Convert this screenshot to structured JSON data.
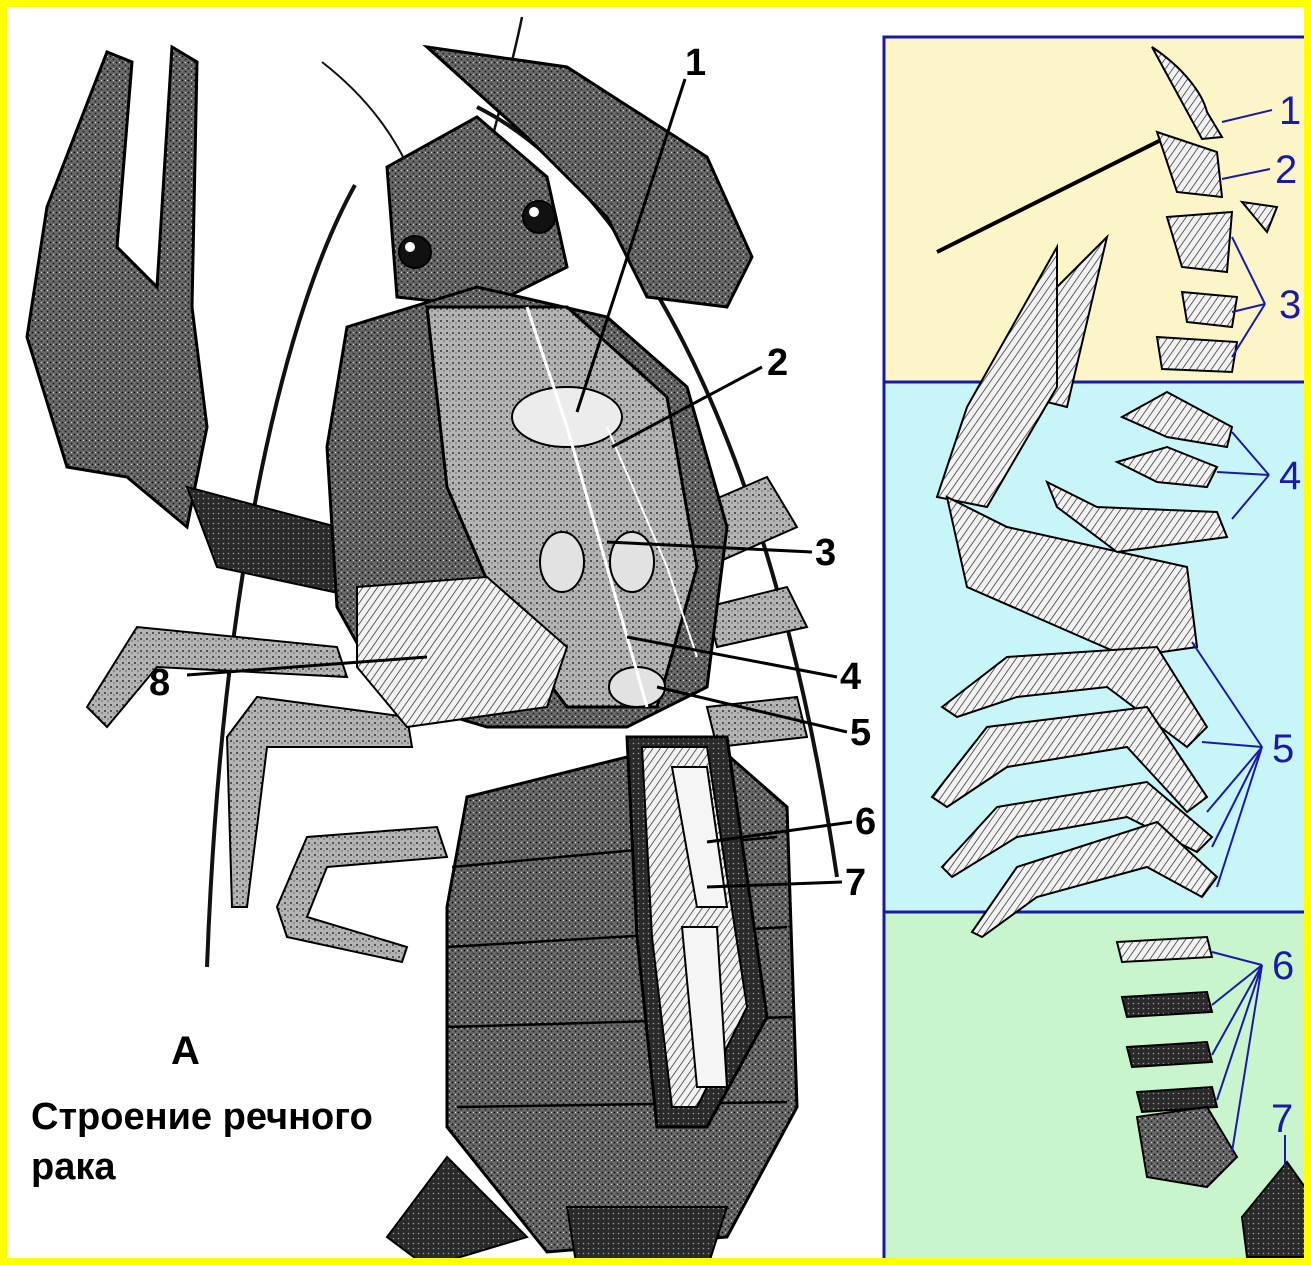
{
  "figure_a": {
    "letter": "А",
    "caption": "Строение речного рака",
    "labels": [
      "1",
      "2",
      "3",
      "4",
      "5",
      "6",
      "7",
      "8"
    ]
  },
  "figure_b": {
    "labels": [
      "1",
      "2",
      "3",
      "4",
      "5",
      "6",
      "7"
    ],
    "panel_colors": {
      "top": "#fcf5c8",
      "middle": "#c8f5f8",
      "bottom": "#c8f5cb",
      "border": "#1a1aa0"
    }
  },
  "frame_color": "#ffff00",
  "label_color_blue": "#1a1aa8"
}
